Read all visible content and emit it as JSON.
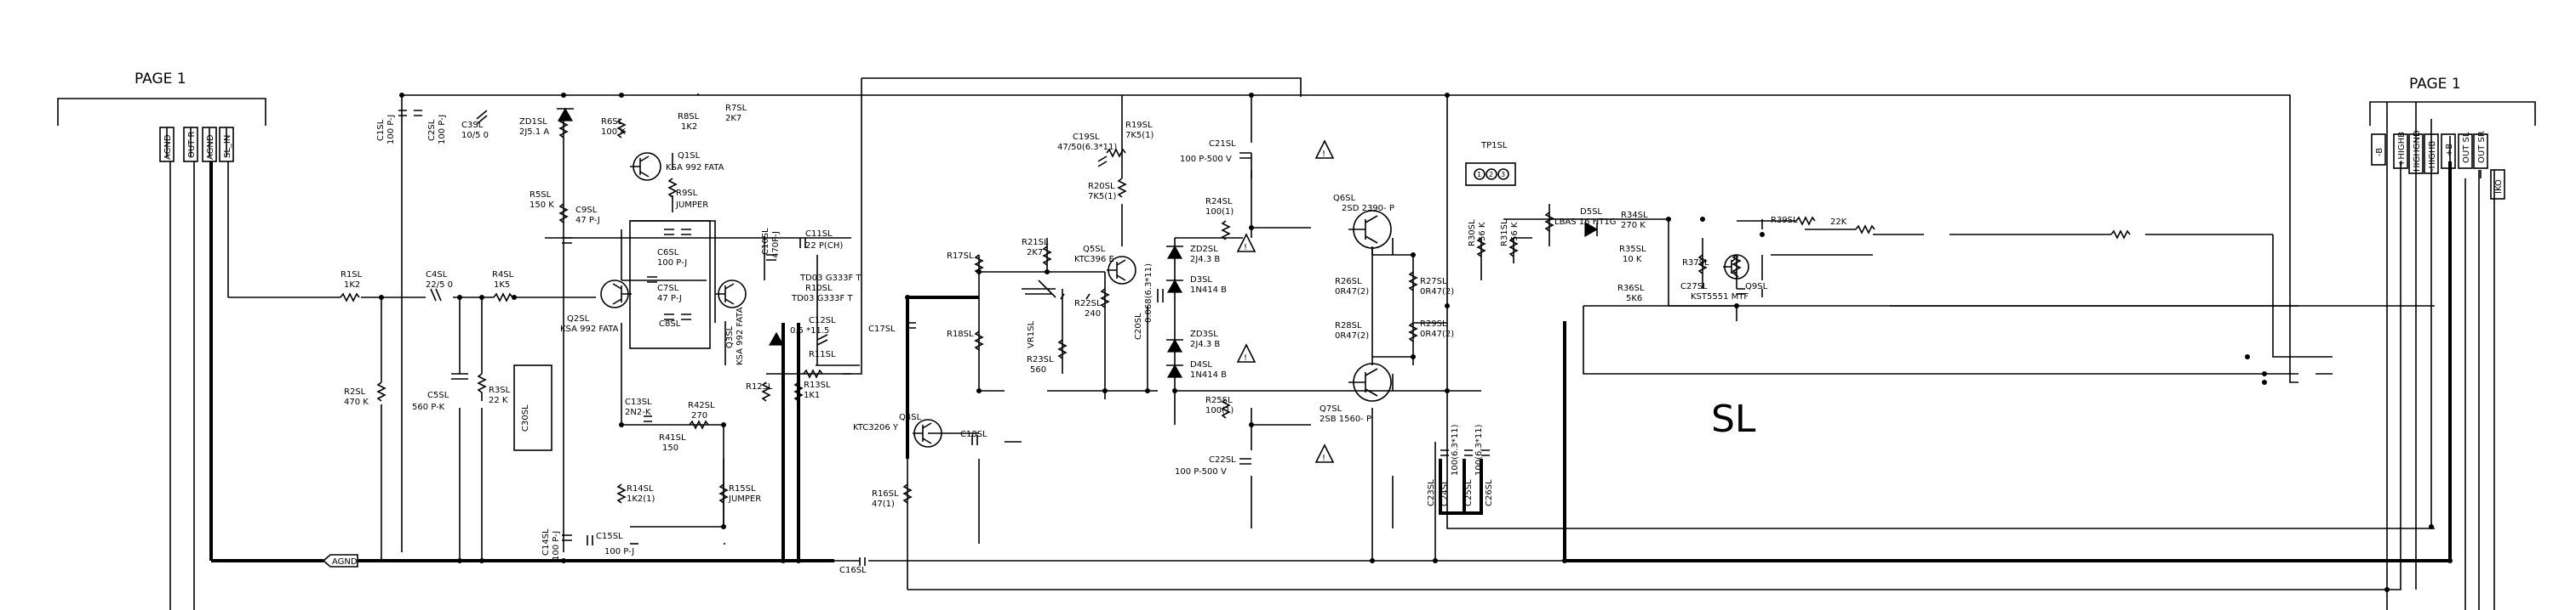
{
  "page_left": "PAGE 1",
  "page_right": "PAGE 1",
  "section": "SL",
  "connectors_left": [
    "AGND",
    "OUT R",
    "AGND",
    "SL_IN"
  ],
  "connectors_right": [
    "-B",
    "+HIGHB",
    "HIGHGND",
    "-HIGHB",
    "+B",
    "OUT SL",
    "OUT SR",
    "IKO"
  ],
  "agnd_tag": "AGND",
  "testpoint": {
    "name": "TP1SL",
    "pins": [
      "1",
      "2",
      "3"
    ]
  },
  "labels": {
    "c1": "C1SL",
    "c1v": "100 P-J",
    "c2": "C2SL",
    "c2v": "100 P-J",
    "c3": "C3SL",
    "c3v": "10/5 0",
    "zd1": "ZD1SL",
    "zd1v": "2J5.1 A",
    "r6": "R6SL",
    "r6v": "100 K",
    "r7": "R7SL",
    "r7v": "2K7",
    "r8": "R8SL",
    "r8v": "1K2",
    "q1": "Q1SL",
    "q1v": "KSA 992 FATA",
    "r9": "R9SL",
    "r9v": "JUMPER",
    "r5": "R5SL",
    "r5v": "150 K",
    "c9": "C9SL",
    "c9v": "47 P-J",
    "c6": "C6SL",
    "c6v": "100 P-J",
    "c7": "C7SL",
    "c7v": "47 P-J",
    "c8": "C8SL",
    "c10": "C10SL",
    "c10v": "470P-J",
    "c11": "C11SL",
    "c11v": "22 P(CH)",
    "r1": "R1SL",
    "r1v": "1K2",
    "c4": "C4SL",
    "c4v": "22/5 0",
    "r4": "R4SL",
    "r4v": "1K5",
    "q2": "Q2SL",
    "q2v": "KSA 992 FATA",
    "q3": "Q3SL",
    "q3v": "KSA 992 FATA",
    "r2": "R2SL",
    "r2v": "470 K",
    "c5": "C5SL",
    "c5v": "560 P-K",
    "r3": "R3SL",
    "r3v": "22 K",
    "c30": "C30SL",
    "td1": "TD03 G333F T",
    "r10": "R10SL",
    "r10v": "TD03 G333F T",
    "c12": "C12SL",
    "c12v": "0.5 *11.5",
    "r11": "R11SL",
    "r12": "R12SL",
    "r13": "R13SL",
    "r13v": "1K1",
    "c13": "C13SL",
    "c13v": "2N2-K",
    "r41": "R41SL",
    "r41v": "150",
    "r42": "R42SL",
    "r42v": "270",
    "r14": "R14SL",
    "r14v": "1K2(1)",
    "r15": "R15SL",
    "r15v": "JUMPER",
    "c14": "C14SL",
    "c14v": "100 P-J",
    "c15": "C15SL",
    "c15v": "100 P-J",
    "c16": "C16SL",
    "c17": "C17SL",
    "r16": "R16SL",
    "r16v": "47(1)",
    "r17": "R17SL",
    "r18": "R18SL",
    "q4": "Q4SL",
    "q4v": "KTC3206 Y",
    "c18": "C18SL",
    "c19": "C19SL",
    "c19v": "47/50(6.3*11)",
    "r19": "R19SL",
    "r19v": "7K5(1)",
    "r20": "R20SL",
    "r20v": "7K5(1)",
    "r21": "R21SL",
    "r21v": "2K7",
    "q5": "Q5SL",
    "q5v": "KTC396 E",
    "r22": "R22SL",
    "r22v": "240",
    "r23": "R23SL",
    "r23v": "560",
    "vr1": "VR1SL",
    "c20": "C20SL",
    "c20v": "0.068(6.3*11)",
    "c21": "C21SL",
    "c21v": "100 P-500 V",
    "c22": "C22SL",
    "c22v": "100 P-500 V",
    "r24": "R24SL",
    "r24v": "100(1)",
    "r25": "R25SL",
    "r25v": "100(1)",
    "zd2": "ZD2SL",
    "zd2v": "2J4.3 B",
    "zd3": "ZD3SL",
    "zd3v": "2J4.3 B",
    "d3": "D3SL",
    "d3v": "1N414 B",
    "d4": "D4SL",
    "d4v": "1N414 B",
    "q6": "Q6SL",
    "q6v": "2SD 2390- P",
    "q7": "Q7SL",
    "q7v": "2SB 1560- P",
    "r26": "R26SL",
    "r26v": "0R47(2)",
    "r27": "R27SL",
    "r27v": "0R47(2)",
    "r28": "R28SL",
    "r28v": "0R47(2)",
    "r29": "R29SL",
    "r29v": "0R47(2)",
    "c23": "C23SL",
    "c24": "C24SL",
    "c24v": "100(6.3*11)",
    "c25": "C25SL",
    "c25v": "100(6.3*11)",
    "c26": "C26SL",
    "r30": "R30SL",
    "r30v": "56 K",
    "r31": "R31SL",
    "r31v": "56 K",
    "d5": "D5SL",
    "d5v": "LBAS 16 HT1G",
    "r34": "R34SL",
    "r34v": "270 K",
    "r35": "R35SL",
    "r35v": "10 K",
    "r36": "R36SL",
    "r36v": "5K6",
    "r37": "R37SL",
    "c27": "C27SL",
    "q9": "Q9SL",
    "q9v": "KST5551 MTF",
    "r39": "R39SL",
    "r39v": "22K"
  }
}
